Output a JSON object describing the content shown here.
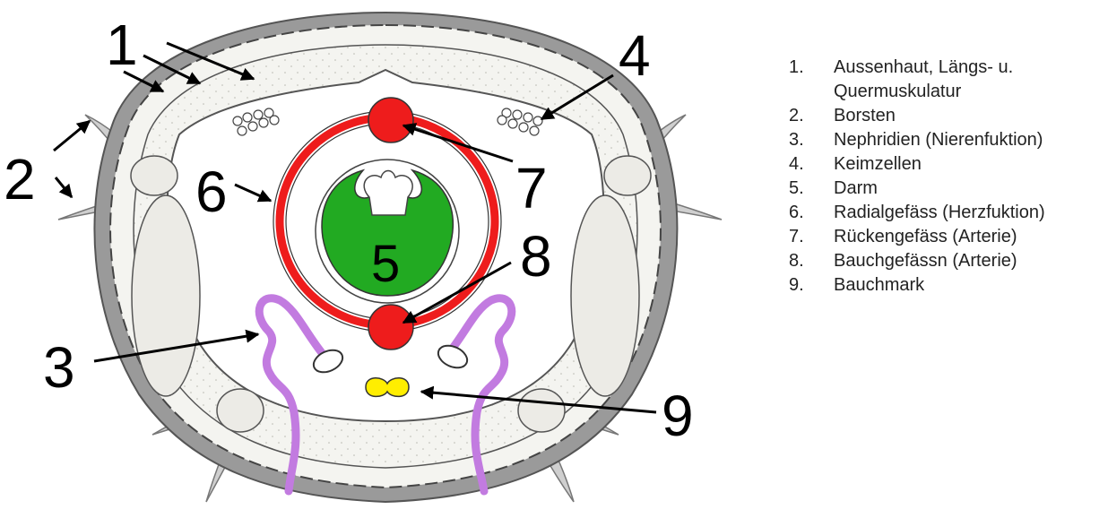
{
  "colors": {
    "tissue": "#ecebe6",
    "outline": "#555555",
    "body_wall": "#9a9a9a",
    "vessel": "#ee1c1c",
    "gut": "#22aa22",
    "nephridia": "#c27be0",
    "nerve_cord": "#ffee00",
    "bristle": "#cccccc"
  },
  "icons": {
    "arrow": "arrow-icon"
  },
  "diagram": {
    "labels": [
      "1",
      "2",
      "3",
      "4",
      "5",
      "6",
      "7",
      "8",
      "9"
    ]
  },
  "legend": {
    "items": [
      {
        "index": "1.",
        "text": "Aussenhaut, Längs- u. Quermuskulatur"
      },
      {
        "index": "2.",
        "text": "Borsten"
      },
      {
        "index": "3.",
        "text": "Nephridien (Nierenfuktion)"
      },
      {
        "index": "4.",
        "text": "Keimzellen"
      },
      {
        "index": "5.",
        "text": "Darm"
      },
      {
        "index": "6.",
        "text": "Radialgefäss (Herzfuktion)"
      },
      {
        "index": "7.",
        "text": "Rückengefäss (Arterie)"
      },
      {
        "index": "8.",
        "text": "Bauchgefässn (Arterie)"
      },
      {
        "index": "9.",
        "text": "Bauchmark"
      }
    ]
  }
}
